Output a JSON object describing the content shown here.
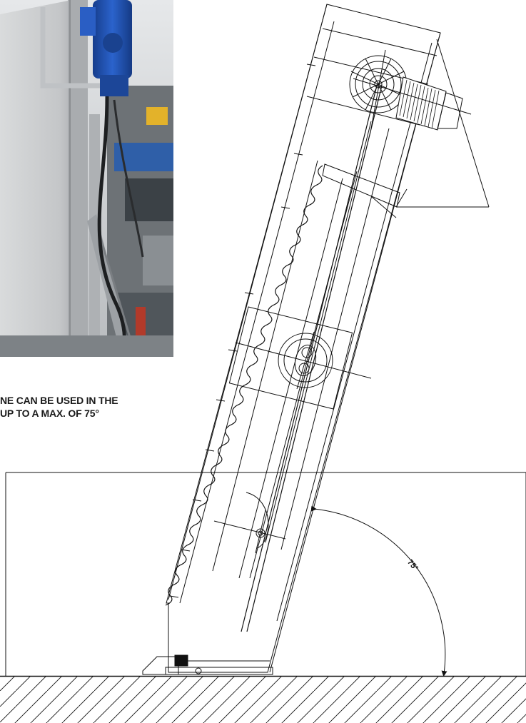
{
  "caption": {
    "line1": "NE CAN BE USED IN THE",
    "line2": "UP TO A MAX. OF 75°"
  },
  "drawing": {
    "angle_label": "75°"
  },
  "colors": {
    "line": "#111111",
    "photo_steel": "#c9cbcd",
    "photo_motor": "#1f4fb0"
  }
}
